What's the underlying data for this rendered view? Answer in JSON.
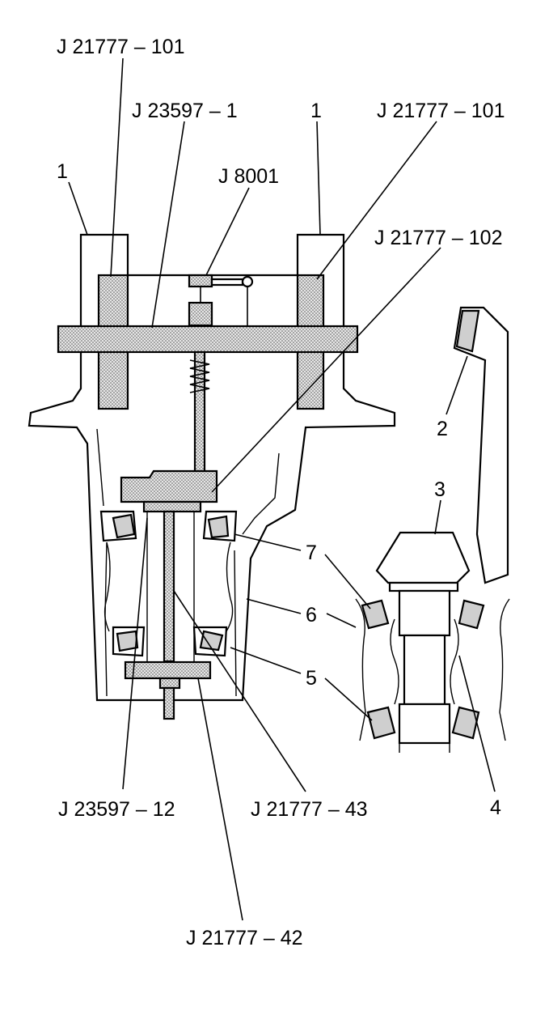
{
  "labels": {
    "j21777_101_a": "J 21777 – 101",
    "j23597_1": "J 23597 – 1",
    "callout_1a": "1",
    "j21777_101_b": "J 21777 – 101",
    "callout_1b": "1",
    "j8001": "J 8001",
    "j21777_102": "J 21777 – 102",
    "callout_2": "2",
    "callout_3": "3",
    "callout_7": "7",
    "callout_6": "6",
    "callout_5": "5",
    "callout_4": "4",
    "j23597_12": "J 23597 – 12",
    "j21777_43": "J 21777 – 43",
    "j21777_42": "J 21777 – 42"
  }
}
